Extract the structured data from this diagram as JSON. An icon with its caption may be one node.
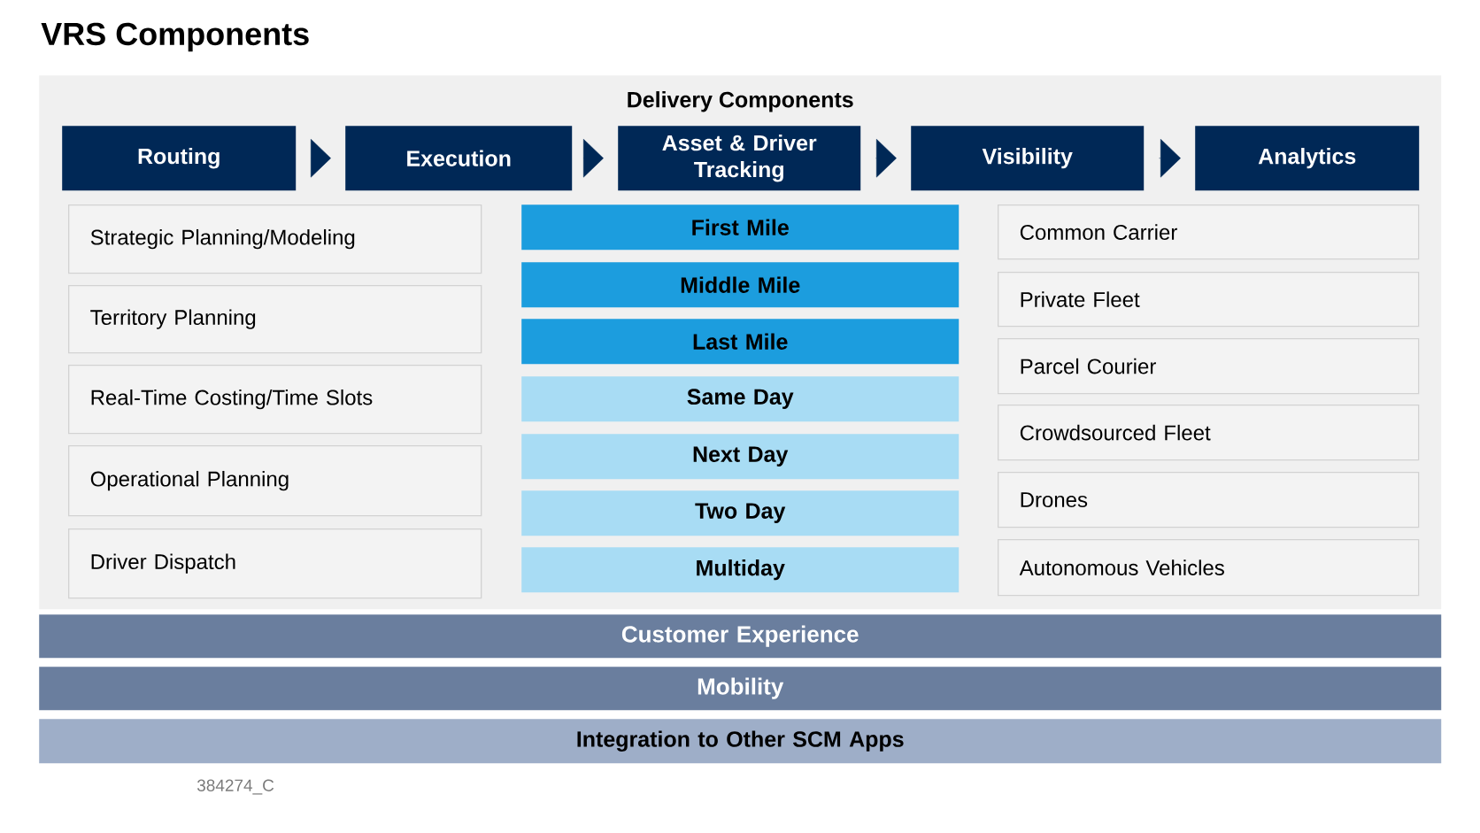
{
  "diagram": {
    "title": "VRS Components",
    "nodes": [
      {
        "text": [
          "Delivery Components"
        ]
      },
      {
        "text": [
          "Routing"
        ],
        "in": 0
      },
      {
        "text": [
          "Execution"
        ],
        "in": 0
      },
      {
        "text": [
          "Asset & Driver Tracking"
        ],
        "in": 0
      },
      {
        "text": [
          "Visibility"
        ],
        "in": 0
      },
      {
        "text": [
          "Analytics"
        ],
        "in": 0
      },
      {
        "text": [
          "Strategic Planning/Modeling"
        ],
        "in": 0
      },
      {
        "text": [
          "Territory Planning"
        ],
        "in": 0
      },
      {
        "text": [
          "Real-Time Costing/Time Slots"
        ],
        "in": 0
      },
      {
        "text": [
          "Operational Planning"
        ],
        "in": 0
      },
      {
        "text": [
          "Driver Dispatch"
        ],
        "in": 0
      },
      {
        "text": [
          "First Mile"
        ],
        "in": 0
      },
      {
        "text": [
          "Middle Mile"
        ],
        "in": 0
      },
      {
        "text": [
          "Last Mile"
        ],
        "in": 0
      },
      {
        "text": [
          "Same Day"
        ],
        "in": 0
      },
      {
        "text": [
          "Next Day"
        ],
        "in": 0
      },
      {
        "text": [
          "Two Day"
        ],
        "in": 0
      },
      {
        "text": [
          "Multiday"
        ],
        "in": 0
      },
      {
        "text": [
          "Common Carrier"
        ],
        "in": 0
      },
      {
        "text": [
          "Private Fleet"
        ],
        "in": 0
      },
      {
        "text": [
          "Parcel Courier"
        ],
        "in": 0
      },
      {
        "text": [
          "Crowdsourced Fleet"
        ],
        "in": 0
      },
      {
        "text": [
          "Drones"
        ],
        "in": 0
      },
      {
        "text": [
          "Autonomous Vehicles"
        ],
        "in": 0
      },
      {
        "text": [
          "Customer Experience"
        ]
      },
      {
        "text": [
          "Mobility"
        ]
      },
      {
        "text": [
          "Integration to Other SCM Apps"
        ]
      }
    ],
    "edges": [
      {
        "from": 1,
        "to": 2,
        "arrow": "to"
      },
      {
        "from": 2,
        "to": 3,
        "arrow": "to"
      },
      {
        "from": 3,
        "to": 4,
        "arrow": "to"
      },
      {
        "from": 4,
        "to": 5,
        "arrow": "to"
      }
    ],
    "labels": [
      "384274_C"
    ]
  }
}
